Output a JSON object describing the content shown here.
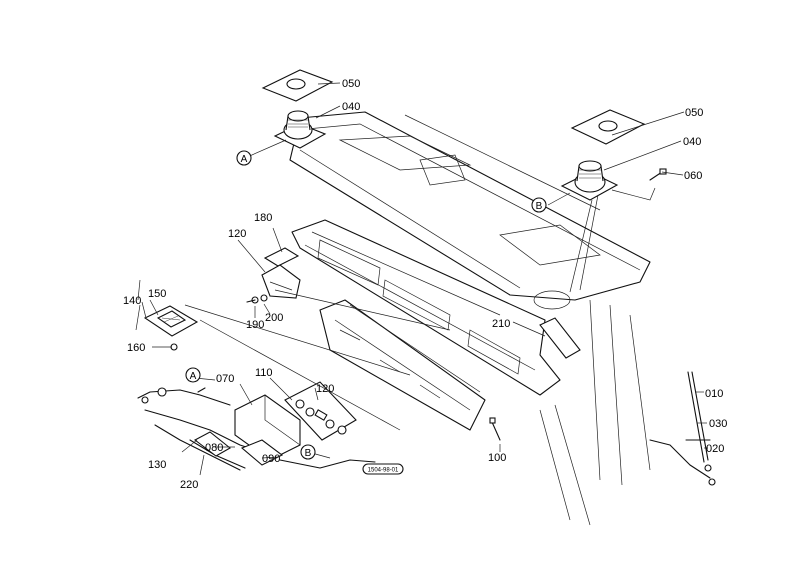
{
  "part_labels": {
    "p050a": "050",
    "p040a": "040",
    "p050b": "050",
    "p040b": "040",
    "p060": "060",
    "p180": "180",
    "p120a": "120",
    "p140": "140",
    "p150": "150",
    "p160": "160",
    "p190": "190",
    "p200": "200",
    "p210": "210",
    "p070": "070",
    "p110": "110",
    "p120b": "120",
    "p130": "130",
    "p080": "080",
    "p090": "090",
    "p220": "220",
    "p100": "100",
    "p010": "010",
    "p030": "030",
    "p020": "020"
  },
  "callouts": {
    "a1": "A",
    "b1": "B",
    "a2": "A",
    "b2": "B"
  },
  "drawing_code": "1504-98-01"
}
